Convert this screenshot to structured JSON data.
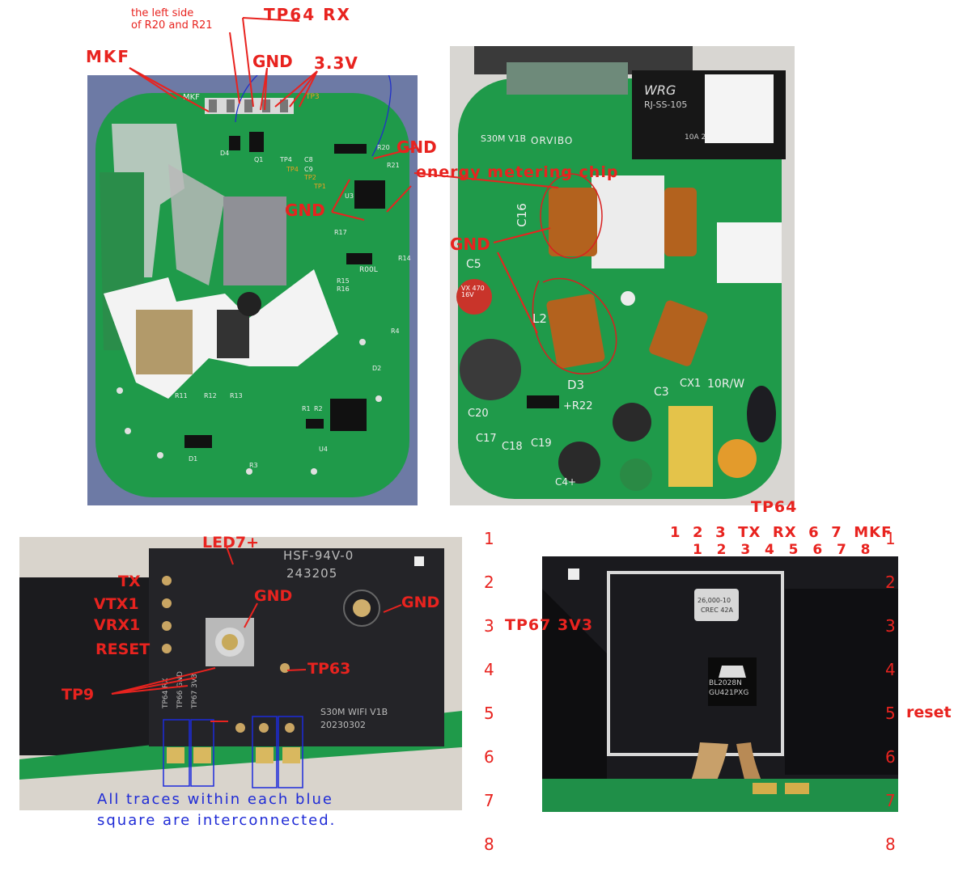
{
  "panel1": {
    "labels": {
      "left_side": "the left side\nof R20 and R21",
      "tp64rx": "TP64 RX",
      "mkf": "MKF",
      "gnd_top": "GND",
      "v33": "3.3V",
      "gnd_right": "GND",
      "gnd_mid": "GND"
    },
    "silk": {
      "mkf": "MKF",
      "tp3": "TP3",
      "tp4": "TP4",
      "tp2": "TP2",
      "tp1": "TP1",
      "r20": "R20",
      "r21": "R21",
      "u3": "U3",
      "u4": "U4",
      "r17": "R17",
      "r14": "R14",
      "r15": "R15",
      "r16": "R16",
      "r4": "R4",
      "d2": "D2",
      "r11": "R11",
      "r12": "R12",
      "r13": "R13",
      "d1": "D1",
      "r3": "R3",
      "r1": "R1",
      "r2": "R2",
      "q1": "Q1",
      "d4": "D4",
      "c8": "C8",
      "c9": "C9",
      "r00": "R00L"
    }
  },
  "panel2": {
    "labels": {
      "energy": "energy metering chip",
      "gnd": "GND"
    },
    "silk": {
      "model": "S30M V1B",
      "brand": "ORVIBO",
      "relay_brand": "WRG",
      "relay_model": "RJ-SS-105",
      "relay_rating": "10A 2",
      "c16": "C16",
      "c5": "C5",
      "cap_label": "VX 470 16V",
      "l2": "L2",
      "d3": "D3",
      "r22": "+R22",
      "c20": "C20",
      "c17": "C17",
      "c18": "C18",
      "c19": "C19",
      "c3": "C3",
      "cx1": "CX1",
      "r10w": "10R/W",
      "c4": "C4+"
    }
  },
  "panel3": {
    "labels": {
      "led7": "LED7+",
      "tx": "TX",
      "vtx1": "VTX1",
      "vrx1": "VRX1",
      "reset": "RESET",
      "gnd_a": "GND",
      "gnd_b": "GND",
      "tp63": "TP63",
      "tp9": "TP9",
      "note_line1": "All traces within each blue",
      "note_line2": "square are interconnected."
    },
    "silk": {
      "hsf": "HSF-94V-0",
      "code": "243205",
      "board": "S30M WIFI V1B",
      "date": "20230302",
      "pins": [
        "TP64 RX",
        "TP66 GND",
        "TP67 3V3"
      ]
    }
  },
  "panel4": {
    "labels": {
      "tp64": "TP64",
      "row_top": "1  2  3  TX  RX  6  7  MKF",
      "row_bottom": "1  2  3  4  5  6  7  8",
      "tp67": "TP67 3V3",
      "reset": "reset"
    },
    "silk": {
      "crystal1": "26,000-10",
      "crystal2": "CREC 42A",
      "chip1": "BL2028N",
      "chip2": "GU421PXG"
    }
  },
  "left_numbers": [
    "1",
    "2",
    "3",
    "4",
    "5",
    "6",
    "7",
    "8"
  ],
  "right_numbers": [
    "1",
    "2",
    "3",
    "4",
    "5",
    "6",
    "7",
    "8"
  ]
}
